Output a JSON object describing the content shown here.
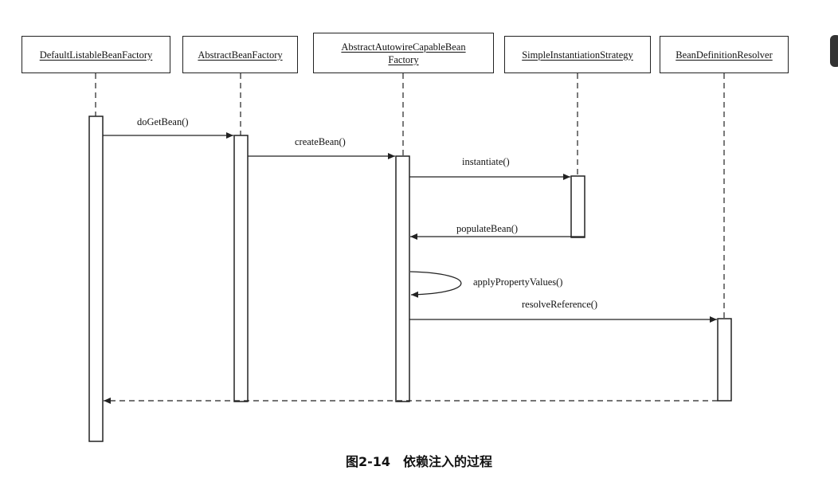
{
  "participants": [
    {
      "id": "dlbf",
      "label": "DefaultListableBeanFactory"
    },
    {
      "id": "abf",
      "label": "AbstractBeanFactory"
    },
    {
      "id": "aacbf",
      "label_line1": "AbstractAutowireCapableBean",
      "label_line2": "Factory"
    },
    {
      "id": "sis",
      "label": "SimpleInstantiationStrategy"
    },
    {
      "id": "bdr",
      "label": "BeanDefinitionResolver"
    }
  ],
  "messages": [
    {
      "id": "doGetBean",
      "label": "doGetBean()"
    },
    {
      "id": "createBean",
      "label": "createBean()"
    },
    {
      "id": "instantiate",
      "label": "instantiate()"
    },
    {
      "id": "populateBean",
      "label": "populateBean()"
    },
    {
      "id": "applyPropertyValues",
      "label": "applyPropertyValues()"
    },
    {
      "id": "resolveReference",
      "label": "resolveReference()"
    }
  ],
  "caption": "图2-14　依赖注入的过程",
  "colors": {
    "line": "#222222",
    "background": "#ffffff"
  }
}
